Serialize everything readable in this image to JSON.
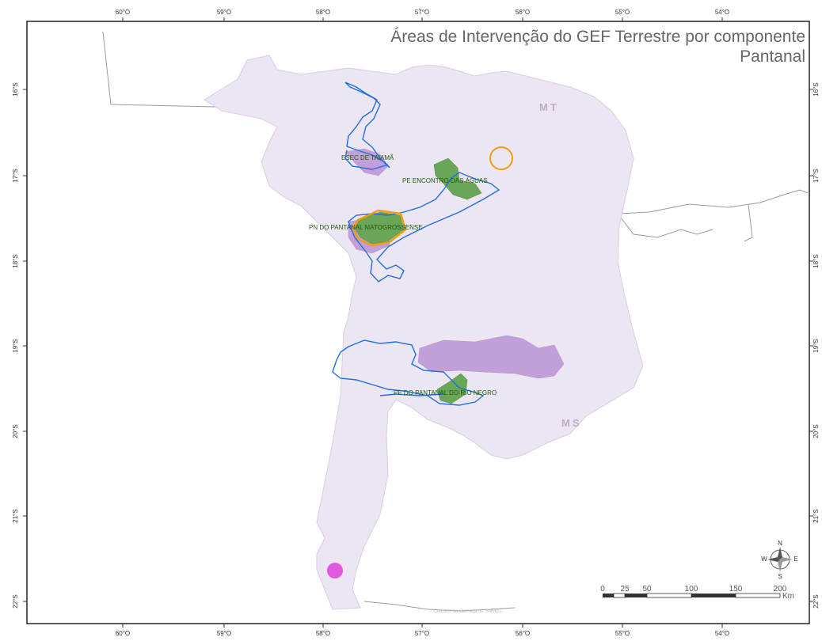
{
  "map": {
    "title_line1": "Áreas de Intervenção do GEF Terrestre por componente",
    "title_line2": "Pantanal",
    "credits": "Créditos da Camada de Serviço",
    "longitude_ticks": [
      "60°O",
      "59°O",
      "58°O",
      "57°O",
      "56°O",
      "55°O",
      "54°O"
    ],
    "latitude_ticks": [
      "16°S",
      "17°S",
      "18°S",
      "19°S",
      "20°S",
      "21°S",
      "22°S"
    ],
    "state_labels": {
      "mt": "MT",
      "ms": "MS"
    },
    "area_labels": {
      "esec_taiama": "ESEC DE TAIAMÃ",
      "pe_encontro_aguas": "PE ENCONTRO DAS ÁGUAS",
      "pn_pantanal": "PN DO PANTANAL MATOGROSSENSE",
      "pe_rio_negro": "PE DO PANTANAL DO RIO NEGRO"
    },
    "scale_bar": {
      "ticks": [
        "0",
        "25",
        "50",
        "100",
        "150",
        "200"
      ],
      "unit": "Km"
    },
    "compass": {
      "n": "N",
      "s": "S",
      "e": "E",
      "w": "W"
    },
    "colors": {
      "region_fill": "#ece5f2",
      "intervention_purple": "#c29fd8",
      "protected_green": "#6aa657",
      "boundary_blue": "#1f6fe0",
      "highlight_orange": "#f39c12",
      "point_magenta": "#e05ae0"
    }
  }
}
